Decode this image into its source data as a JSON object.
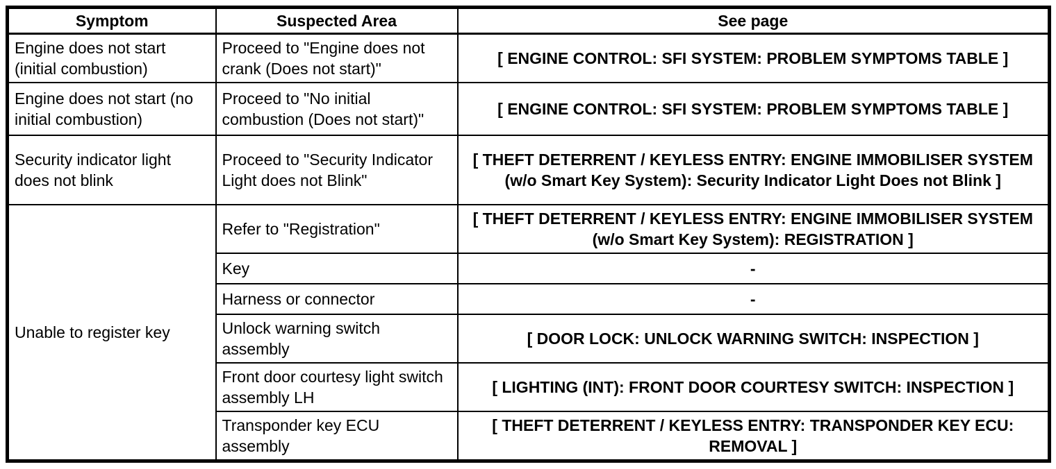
{
  "table": {
    "title": "problem-symptoms-table",
    "colors": {
      "border": "#000000",
      "background": "#ffffff",
      "text": "#000000"
    },
    "headers": [
      "Symptom",
      "Suspected Area",
      "See page"
    ],
    "rows": [
      {
        "symptom": "Engine does not start (initial combustion)",
        "suspected_area": "Proceed to \"Engine does not crank (Does not start)\"",
        "see_page": "[ ENGINE CONTROL: SFI SYSTEM: PROBLEM SYMPTOMS TABLE ]"
      },
      {
        "symptom": "Engine does not start (no initial combustion)",
        "suspected_area": "Proceed to \"No initial combustion (Does not start)\"",
        "see_page": "[ ENGINE CONTROL: SFI SYSTEM: PROBLEM SYMPTOMS TABLE ]"
      },
      {
        "symptom": "Security indicator light does not blink",
        "suspected_area": "Proceed to \"Security Indicator Light does not Blink\"",
        "see_page": "[ THEFT DETERRENT / KEYLESS ENTRY: ENGINE IMMOBILISER SYSTEM (w/o Smart Key System): Security Indicator Light Does not Blink ]"
      },
      {
        "symptom": "Unable to register key",
        "suspected_area": "Refer to \"Registration\"",
        "see_page": "[ THEFT DETERRENT / KEYLESS ENTRY: ENGINE IMMOBILISER SYSTEM (w/o Smart Key System): REGISTRATION ]"
      },
      {
        "suspected_area": "Key",
        "see_page": "-"
      },
      {
        "suspected_area": "Harness or connector",
        "see_page": "-"
      },
      {
        "suspected_area": "Unlock warning switch assembly",
        "see_page": "[ DOOR LOCK: UNLOCK WARNING SWITCH: INSPECTION ]"
      },
      {
        "suspected_area": "Front door courtesy light switch assembly LH",
        "see_page": "[ LIGHTING (INT): FRONT DOOR COURTESY SWITCH: INSPECTION ]"
      },
      {
        "suspected_area": "Transponder key ECU assembly",
        "see_page": "[ THEFT DETERRENT / KEYLESS ENTRY: TRANSPONDER KEY ECU: REMOVAL ]"
      }
    ]
  }
}
